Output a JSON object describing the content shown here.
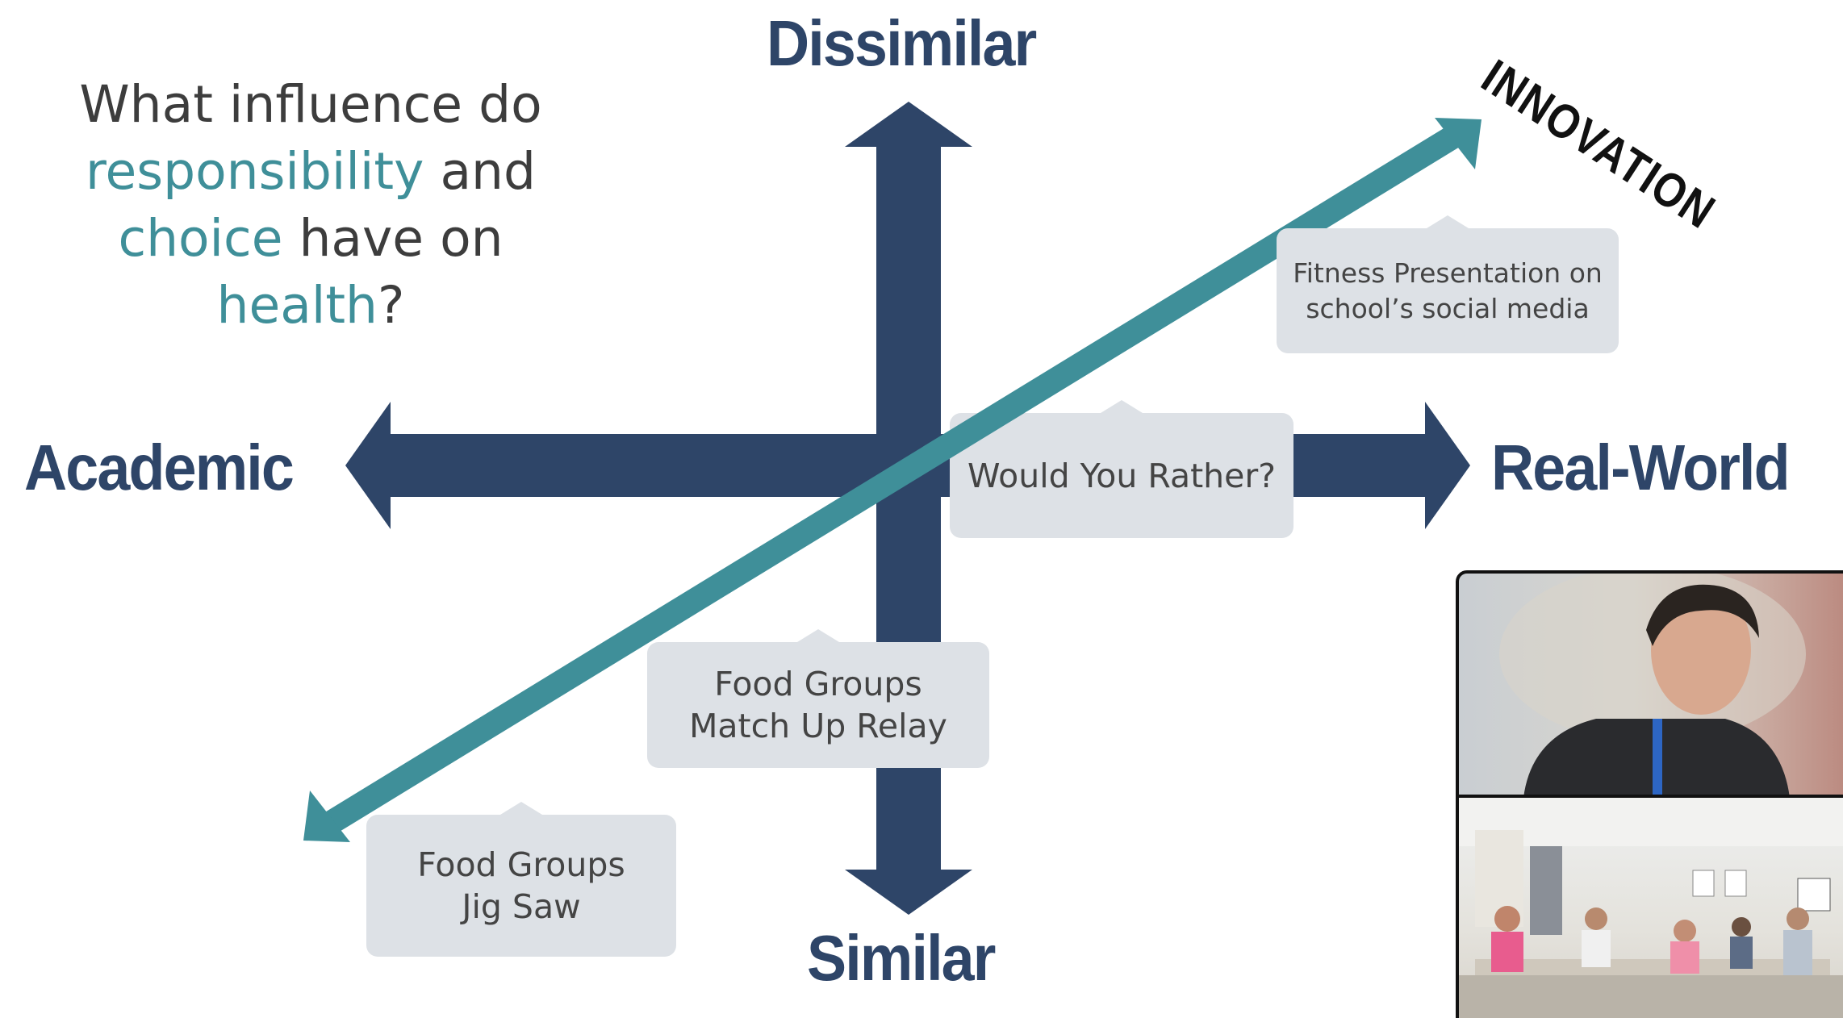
{
  "question": {
    "w1": "What influence do",
    "w2": "responsibility",
    "w3": "and",
    "w4": "choice",
    "w5": "have on",
    "w6": "health",
    "w7": "?"
  },
  "axes": {
    "top": "Dissimilar",
    "bottom": "Similar",
    "left": "Academic",
    "right": "Real-World"
  },
  "diagonal_label": "INNOVATION",
  "callouts": {
    "fitness": "Fitness Presentation on\nschool’s social media",
    "would_you_rather": "Would You Rather?",
    "relay": "Food Groups\nMatch Up Relay",
    "jigsaw": "Food Groups\nJig Saw"
  },
  "colors": {
    "axis": "#2e4568",
    "diagonal": "#3f8f99",
    "callout_bg": "#dde1e6",
    "text": "#3d3d3d"
  },
  "video": {
    "top": "presenter webcam",
    "bottom": "classroom webcam"
  }
}
